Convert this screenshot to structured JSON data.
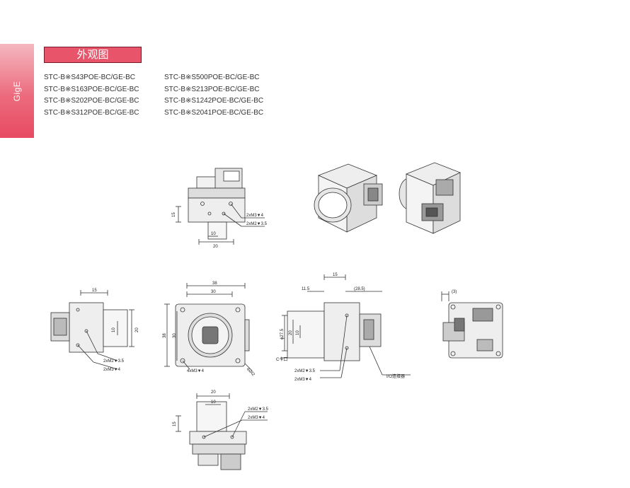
{
  "sidebar": {
    "tab_label": "GigE"
  },
  "section": {
    "title": "外观图"
  },
  "models": {
    "left": [
      "STC-B※S43POE-BC/GE-BC",
      "STC-B※S163POE-BC/GE-BC",
      "STC-B※S202POE-BC/GE-BC",
      "STC-B※S312POE-BC/GE-BC"
    ],
    "right": [
      "STC-B※S500POE-BC/GE-BC",
      "STC-B※S213POE-BC/GE-BC",
      "STC-B※S1242POE-BC/GE-BC",
      "STC-B※S2041POE-BC/GE-BC"
    ]
  },
  "drawings": {
    "top_view": {
      "dim_height": "15",
      "dim_hole": "10",
      "dim_width": "20",
      "note_m3": "2xM3▼4",
      "note_m2": "2xM2▼3.5"
    },
    "left_view": {
      "dim_top": "15",
      "dim_hole": "10",
      "dim_height": "20",
      "note_m2": "2xM2▼3.5",
      "note_m3": "2xM3▼4"
    },
    "front_view": {
      "dim_outer_w": "38",
      "dim_inner_w": "30",
      "dim_outer_h": "38",
      "dim_inner_h": "30",
      "note_holes": "4xM3▼4",
      "note_radius": "4xR2"
    },
    "side_view": {
      "dim_top": "15",
      "dim_left": "11.5",
      "dim_right": "(28.5)",
      "dim_dia": "ϕ27.5",
      "dim_h": "20",
      "dim_hole": "10",
      "label_cmount": "C卡口",
      "note_m2": "2xM2▼3.5",
      "note_m3": "2xM3▼4",
      "label_io": "I/O连接器"
    },
    "rear_view": {
      "dim_offset": "(3)"
    },
    "bottom_view": {
      "dim_width": "20",
      "dim_hole": "10",
      "dim_height": "15",
      "note_m2": "2xM2▼3.5",
      "note_m3": "2xM3▼4"
    }
  }
}
